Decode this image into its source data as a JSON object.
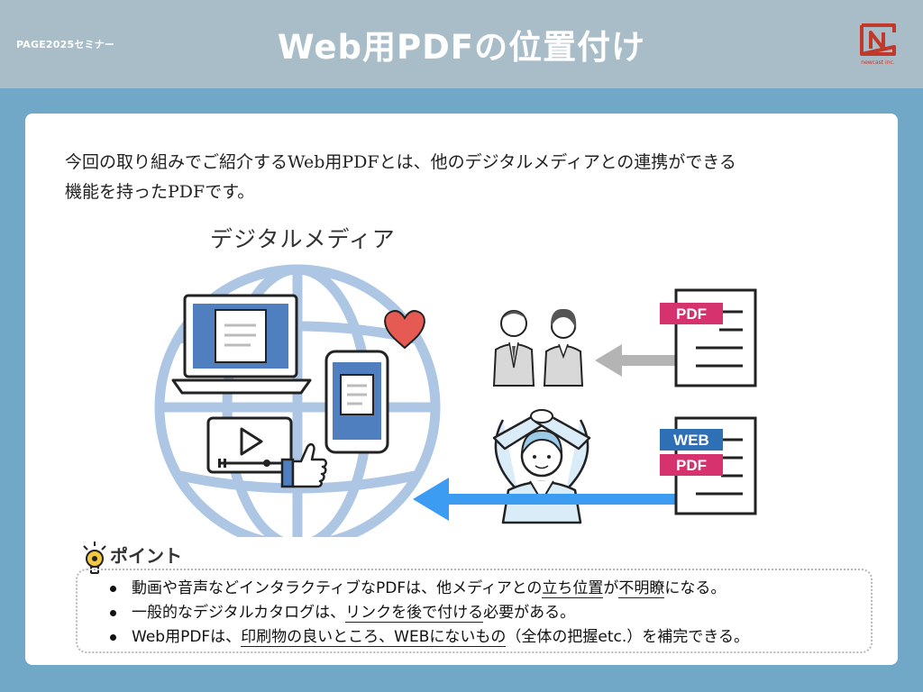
{
  "header": {
    "seminar": "PAGE2025セミナー",
    "title": "Web用PDFの位置付け",
    "logo_caption": "newcast inc."
  },
  "intro": {
    "line1": "今回の取り組みでご紹介するWeb用PDFとは、他のデジタルメディアとの連携ができる",
    "line2": "機能を持ったPDFです。"
  },
  "diagram": {
    "caption": "デジタルメディア",
    "doc_top_tag": "PDF",
    "doc_bottom_tags": [
      "WEB",
      "PDF"
    ]
  },
  "point": {
    "title": "ポイント",
    "items": [
      {
        "text_a": "動画や音声などインタラクティブなPDFは、他メディアとの",
        "underline_1": "立ち位置",
        "text_b": "が",
        "underline_2": "不明瞭",
        "text_c": "になる。"
      },
      {
        "text_a": "一般的なデジタルカタログは、",
        "underline_1": "リンクを後で付ける",
        "text_b": "必要がある。"
      },
      {
        "text_a": "Web用PDFは、",
        "underline_1": "印刷物の良いところ、WEBにないもの",
        "text_b": "（全体の把握etc.）を補完できる。"
      }
    ]
  },
  "colors": {
    "header_bg": "#a8bdc8",
    "page_bg": "#71a8c8",
    "globe": "#adc6e4",
    "pdf_tag": "#d6326e",
    "web_tag": "#2f6fb5",
    "arrow_grey": "#b4b4b4",
    "arrow_blue": "#3b9cf2"
  }
}
